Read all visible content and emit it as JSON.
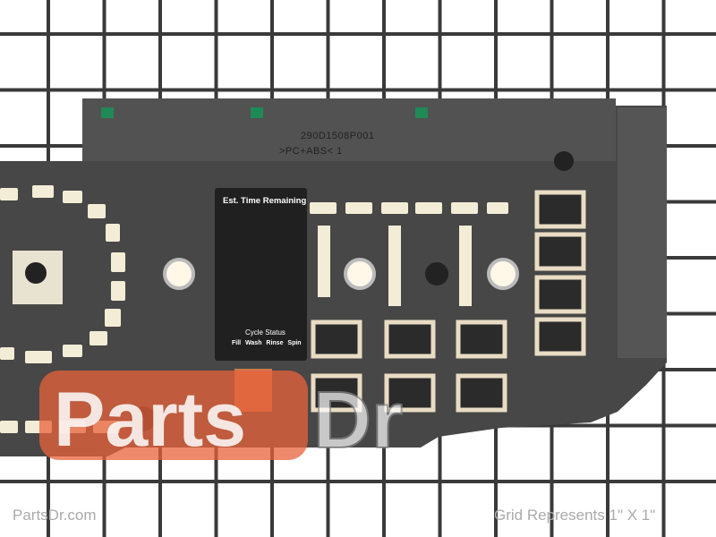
{
  "part_markings": {
    "part_number": "290D1508P001",
    "material": ">PC+ABS<  1"
  },
  "display": {
    "title": "Est. Time Remaining",
    "status_label": "Cycle Status",
    "steps": "Fill  Wash  Rinse  Spin"
  },
  "watermark": {
    "logo_text": "PartsDr"
  },
  "footer": {
    "site": "PartsDr.com",
    "grid_note": "Grid Represents 1\" X 1\""
  },
  "colors": {
    "board": "#474747",
    "led": "#f3ecd6",
    "watermark": "#e8613a",
    "grid": "#3a3a3a"
  }
}
